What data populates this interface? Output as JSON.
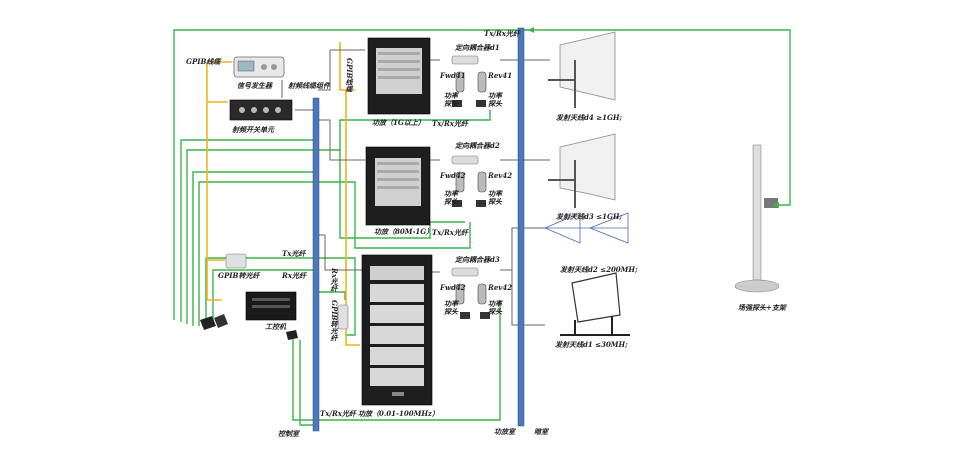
{
  "colors": {
    "green_line": "#3cb44a",
    "yellow_line": "#f2b418",
    "gray_line": "#666666",
    "bus_blue": "#4a78b8",
    "rack_dark": "#1e1e1e"
  },
  "labels": {
    "gpib_cable": "GPIB线缆",
    "signal_generator": "信号发生器",
    "rf_cable_assembly": "射频线缆组件",
    "rf_switch_unit": "射频开关单元",
    "gpib_vertical": "GPIB线缆",
    "amp1": "功放（1G以上）",
    "amp2": "功放（80M-1G）",
    "amp3": "功放（0.01-100MHz）",
    "coupler1": "定向耦合器d1",
    "coupler2": "定向耦合器d2",
    "coupler3": "定向耦合器d3",
    "fwd1": "Fwd41",
    "rev1": "Rev41",
    "fwd2": "Fwd42",
    "rev2": "Rev42",
    "fwd3": "Fwd42",
    "rev3": "Rev42",
    "power_probe": "功率探头",
    "txrx_fiber": "Tx/Rx光纤",
    "tx_fiber": "Tx光纤",
    "rx_fiber": "Rx光纤",
    "gpib_to_fiber": "GPIB转光纤",
    "gpib_to_fiber_v": "GPIB转光纤",
    "rx_fiber_v": "Rx光纤",
    "ipc": "工控机",
    "antenna4": "发射天线d4 ≥1GH;",
    "antenna3": "发射天线d3 ≤1GH;",
    "antenna2": "发射天线d2 ≤200MH;",
    "antenna1": "发射天线d1 ≤30MH;",
    "field_probe": "场强探头+支架",
    "control_room": "控制室",
    "amp_room": "功放室",
    "dark_room": "暗室"
  }
}
